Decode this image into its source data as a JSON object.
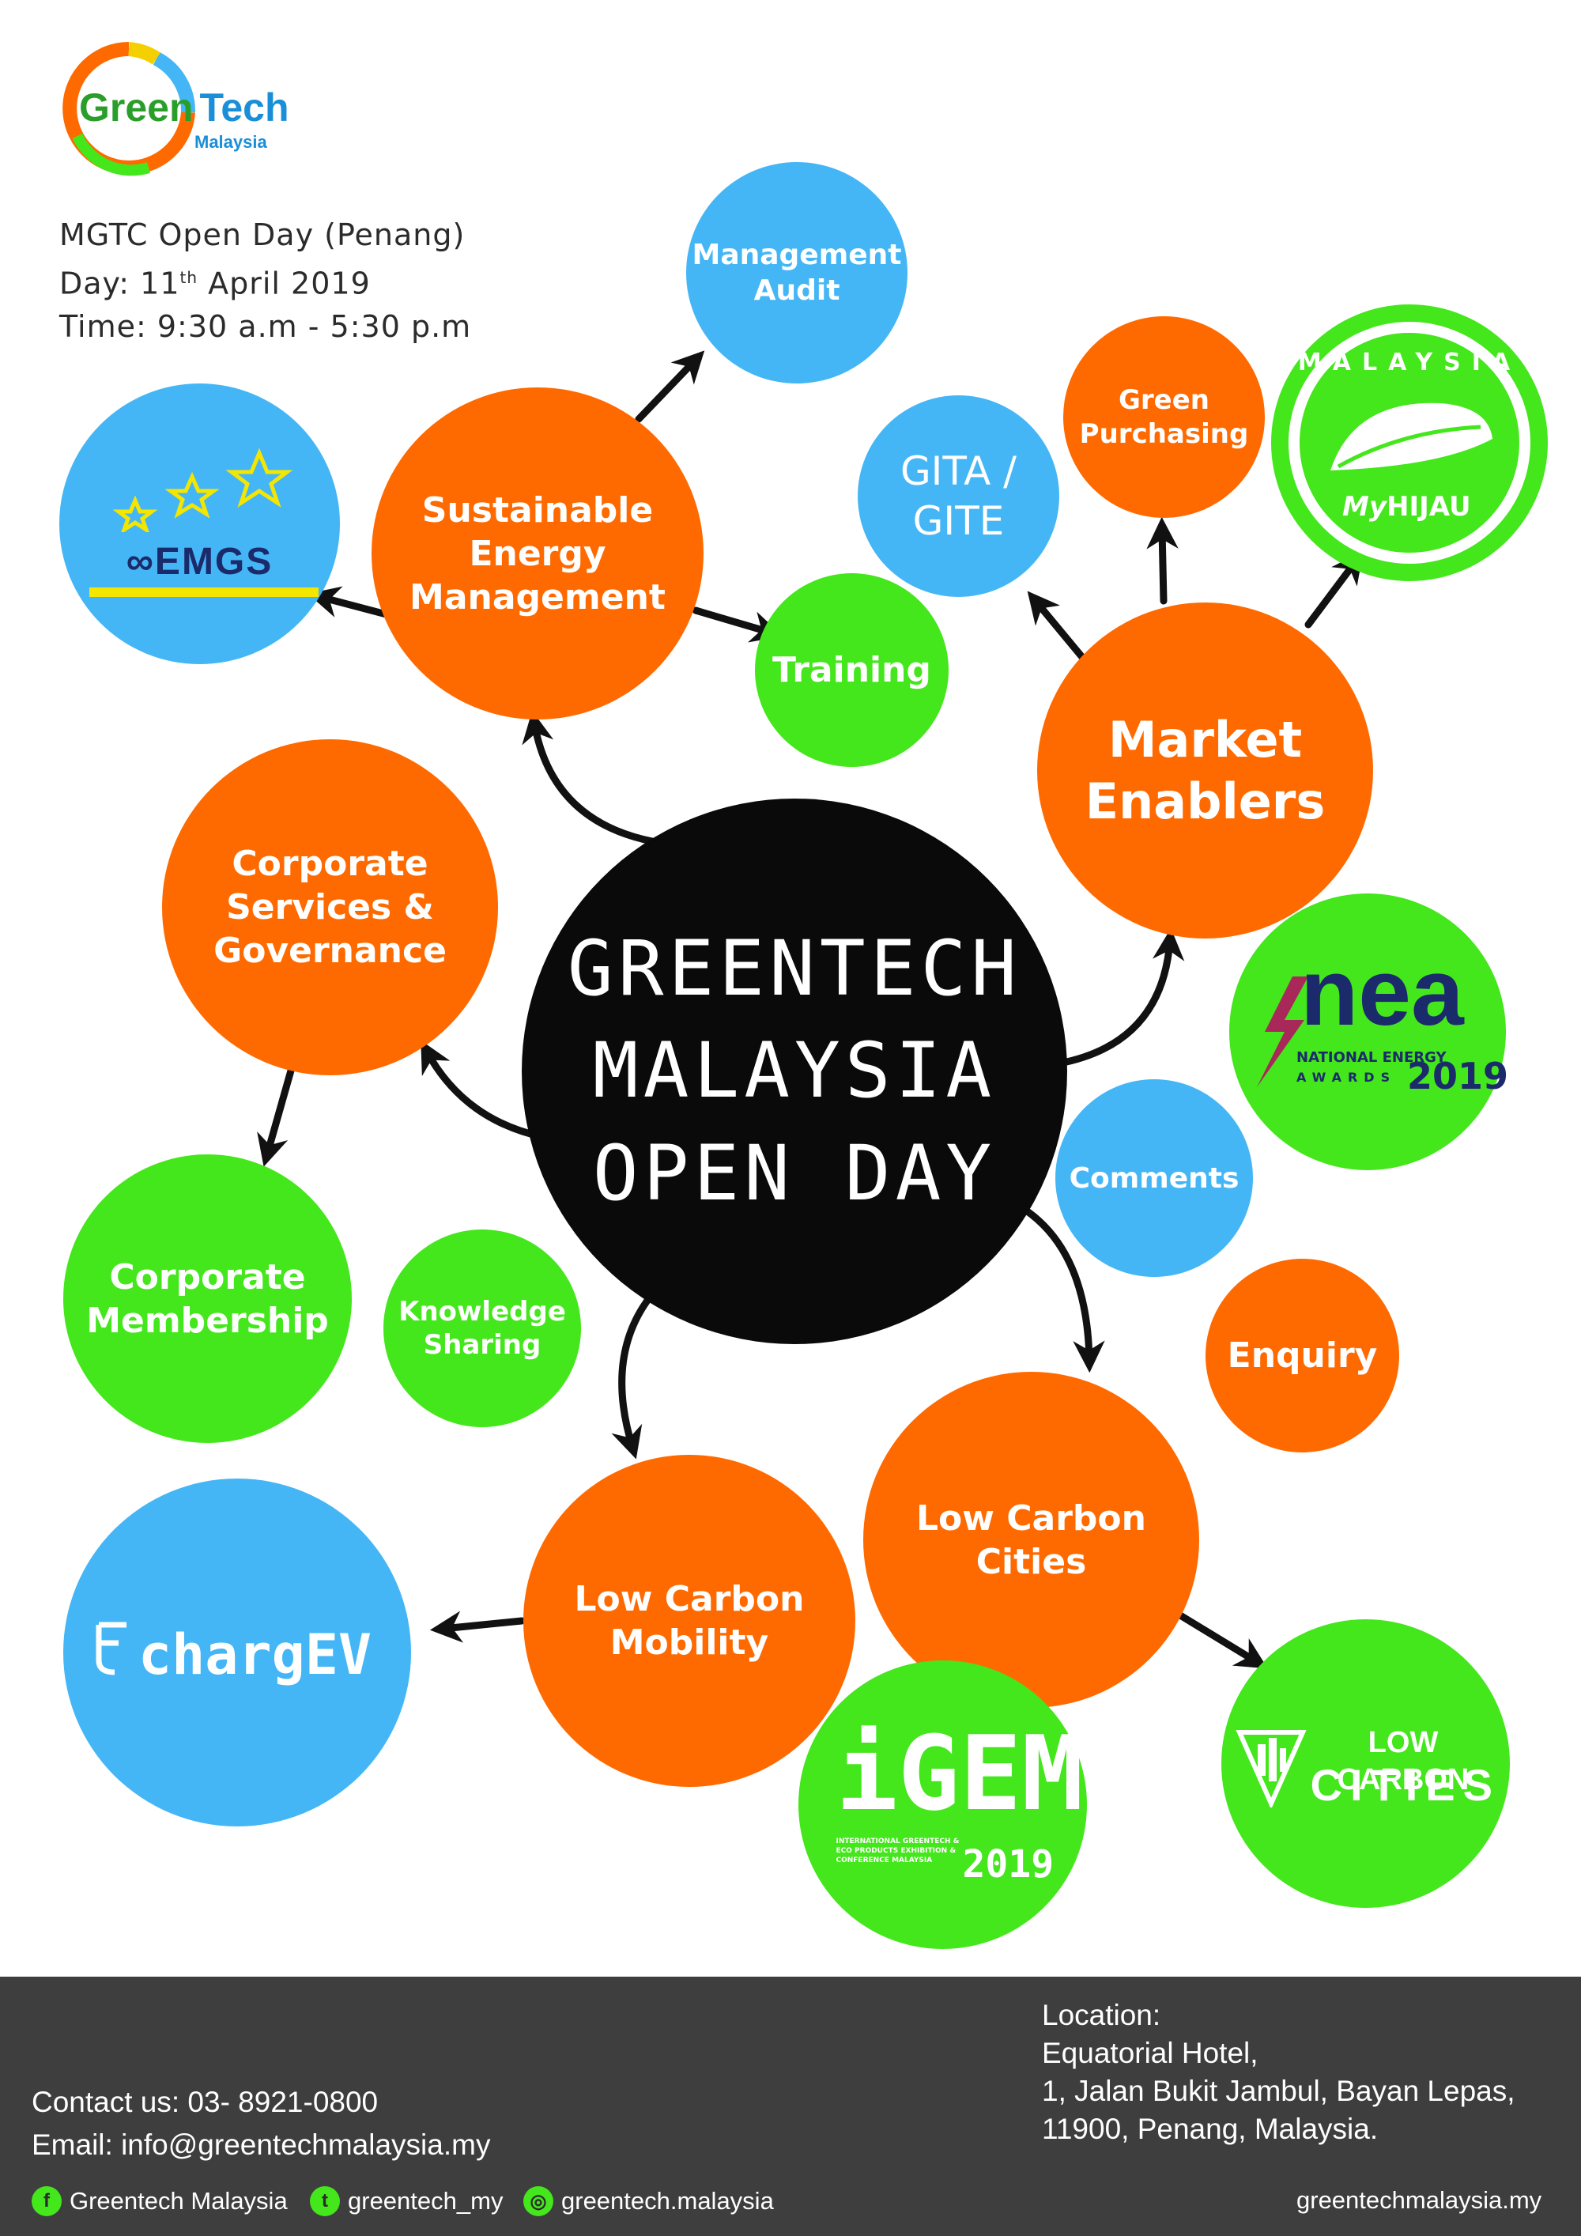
{
  "logo": {
    "brand_green": "Green",
    "brand_tech": "Tech",
    "brand_sub": "Malaysia"
  },
  "event_info": {
    "title": "MGTC Open Day (Penang)",
    "day_prefix": "Day: 11",
    "day_sup": "th",
    "day_suffix": " April 2019",
    "time": "Time: 9:30 a.m - 5:30 p.m"
  },
  "center": {
    "line1": "GREENTECH",
    "line2": "MALAYSIA",
    "line3": "OPEN DAY"
  },
  "nodes": {
    "sustainable_energy": "Sustainable\nEnergy\nManagement",
    "management_audit": "Management\nAudit",
    "training": "Training",
    "corporate_services": "Corporate\nServices &\nGovernance",
    "corporate_membership": "Corporate\nMembership",
    "knowledge_sharing": "Knowledge\nSharing",
    "gita_gite": "GITA /\nGITE",
    "green_purchasing": "Green\nPurchasing",
    "market_enablers": "Market\nEnablers",
    "comments": "Comments",
    "enquiry": "Enquiry",
    "low_carbon_cities": "Low Carbon\nCities",
    "low_carbon_mobility": "Low Carbon\nMobility"
  },
  "logos": {
    "emgs": "EMGS",
    "myhijau_top": "MALAYSIA",
    "myhijau_my": "My",
    "myhijau_hijau": "HIJAU",
    "nea_main": "nea",
    "nea_sub1": "NATIONAL ENERGY",
    "nea_sub2": "AWARDS",
    "nea_year": "2019",
    "chargev": "chargEV",
    "igem_main": "iGEM",
    "igem_year": "2019",
    "igem_sub": "INTERNATIONAL GREENTECH & ECO PRODUCTS EXHIBITION & CONFERENCE MALAYSIA",
    "lcc_line1": "LOW CARBON",
    "lcc_line2": "CITIES"
  },
  "footer": {
    "location_label": "Location:",
    "location_lines": [
      "Equatorial Hotel,",
      "1, Jalan Bukit Jambul, Bayan Lepas,",
      "11900, Penang, Malaysia."
    ],
    "contact": "Contact us: 03- 8921-0800",
    "email": "Email: info@greentechmalaysia.my",
    "facebook": "Greentech Malaysia",
    "twitter": "greentech_my",
    "instagram": "greentech.malaysia",
    "website": "greentechmalaysia.my"
  },
  "colors": {
    "orange": "#ff6a00",
    "green": "#44e61c",
    "blue": "#45b6f5",
    "black": "#0a0a0a",
    "footer": "#3e3e3e"
  }
}
